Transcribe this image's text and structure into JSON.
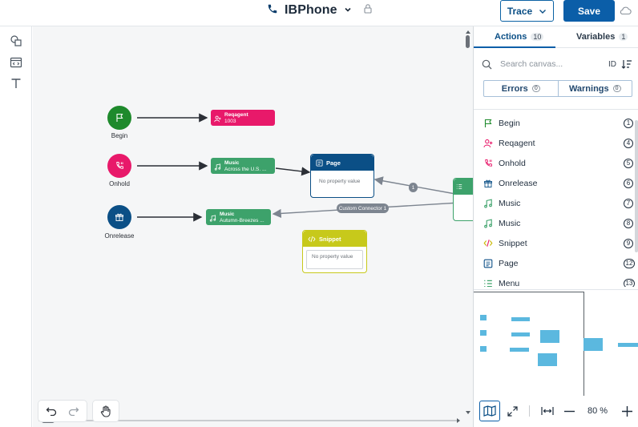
{
  "header": {
    "app_title": "IBPhone",
    "trace_label": "Trace",
    "save_label": "Save"
  },
  "canvas": {
    "nodes": {
      "begin_label": "Begin",
      "onhold_label": "Onhold",
      "onrelease_label": "Onrelease",
      "reqagent_title": "Reqagent",
      "reqagent_sub": "1003",
      "music1_title": "Music",
      "music1_sub": "Across the U.S. ...",
      "music2_title": "Music",
      "music2_sub": "Autumn-Breezes ...",
      "page_title": "Page",
      "page_body": "No property value",
      "snippet_title": "Snippet",
      "snippet_body": "No property value"
    },
    "connector_badge": "1",
    "custom_connector": "Custom Connector 1"
  },
  "panel": {
    "tabs": [
      {
        "label": "Actions",
        "count": "10"
      },
      {
        "label": "Variables",
        "count": "1"
      }
    ],
    "search_placeholder": "Search canvas...",
    "id_label": "ID",
    "errors": {
      "label": "Errors",
      "count": "0"
    },
    "warnings": {
      "label": "Warnings",
      "count": "0"
    },
    "actions": [
      {
        "label": "Begin",
        "id": "1"
      },
      {
        "label": "Reqagent",
        "id": "4"
      },
      {
        "label": "Onhold",
        "id": "5"
      },
      {
        "label": "Onrelease",
        "id": "6"
      },
      {
        "label": "Music",
        "id": "7"
      },
      {
        "label": "Music",
        "id": "8"
      },
      {
        "label": "Snippet",
        "id": "9"
      },
      {
        "label": "Page",
        "id": "12"
      },
      {
        "label": "Menu",
        "id": "13"
      }
    ],
    "zoom": "80 %"
  },
  "colors": {
    "accent": "#0b5ea8",
    "begin": "#1e8a2c",
    "pink": "#e8196a",
    "music": "#3da26b",
    "page": "#0b4f86",
    "snippet": "#c7c91b",
    "minimap": "#5bb8df"
  }
}
